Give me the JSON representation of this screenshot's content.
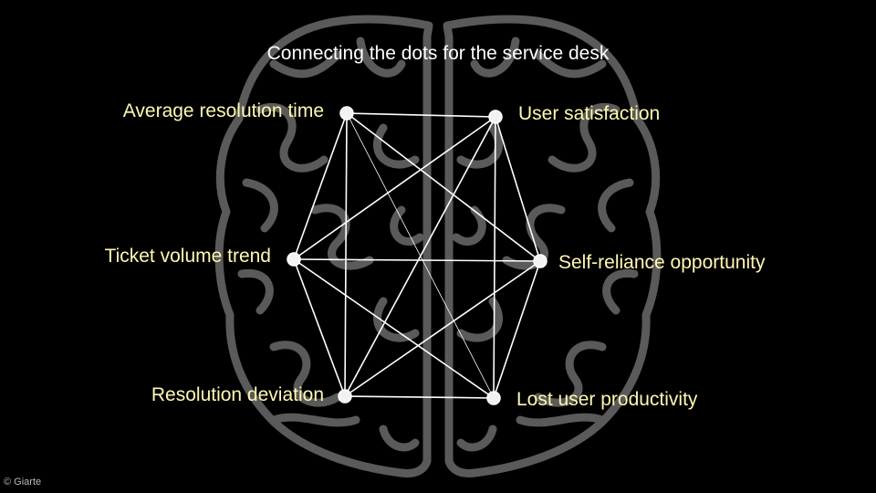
{
  "title": "Connecting the dots for the service desk",
  "copyright": "© Giarte",
  "nodes": [
    {
      "id": "n0",
      "label": "Average resolution time"
    },
    {
      "id": "n1",
      "label": "User satisfaction"
    },
    {
      "id": "n2",
      "label": "Ticket volume trend"
    },
    {
      "id": "n3",
      "label": "Self-reliance opportunity"
    },
    {
      "id": "n4",
      "label": "Resolution deviation"
    },
    {
      "id": "n5",
      "label": "Lost user productivity"
    }
  ],
  "colors": {
    "background": "#000000",
    "title": "#ffffff",
    "label": "#fff8b0",
    "edge": "#ffffff",
    "brain": "#5a5a5a"
  },
  "background_icon": "brain-outline"
}
